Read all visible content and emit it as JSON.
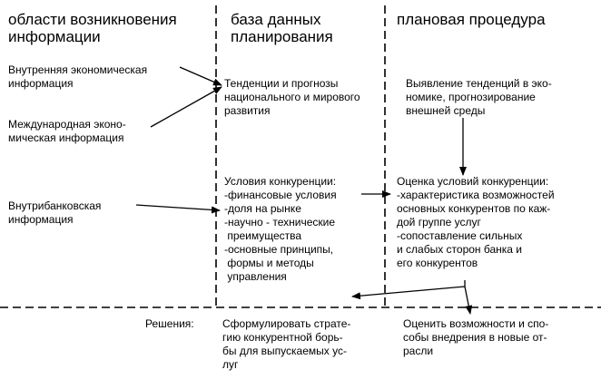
{
  "headers": {
    "col1": "области возникновения\nинформации",
    "col2": "база данных\nпланирования",
    "col3": "плановая процедура"
  },
  "sources": {
    "internal": "Внутренняя экономическая\nинформация",
    "international": "Международная эконо-\nмическая информация",
    "intrabank": "Внутрибанковская\nинформация"
  },
  "database": {
    "trends": "Тенденции и прогнозы\nнационального и мирового\nразвития",
    "competition": "Условия конкуренции:\n-финансовые условия\n-доля на рынке\n-научно - технические\n преимущества\n-основные принципы,\n формы и методы\n управления"
  },
  "procedure": {
    "identify": "Выявление тенденций в эко-\nномике, прогнозирование\nвнешней среды",
    "assess": "Оценка условий конкуренции:\n-характеристика возможностей\nосновных конкурентов по каж-\nдой группе услуг\n-сопоставление сильных\nи слабых сторон банка и\nего конкурентов"
  },
  "decisions": {
    "label": "Решения:",
    "formulate": "Сформулировать страте-\nгию конкурентной борь-\nбы для выпускаемых ус-\nлуг",
    "evaluate": "Оценить возможности и спо-\nсобы внедрения в новые от-\nрасли"
  }
}
